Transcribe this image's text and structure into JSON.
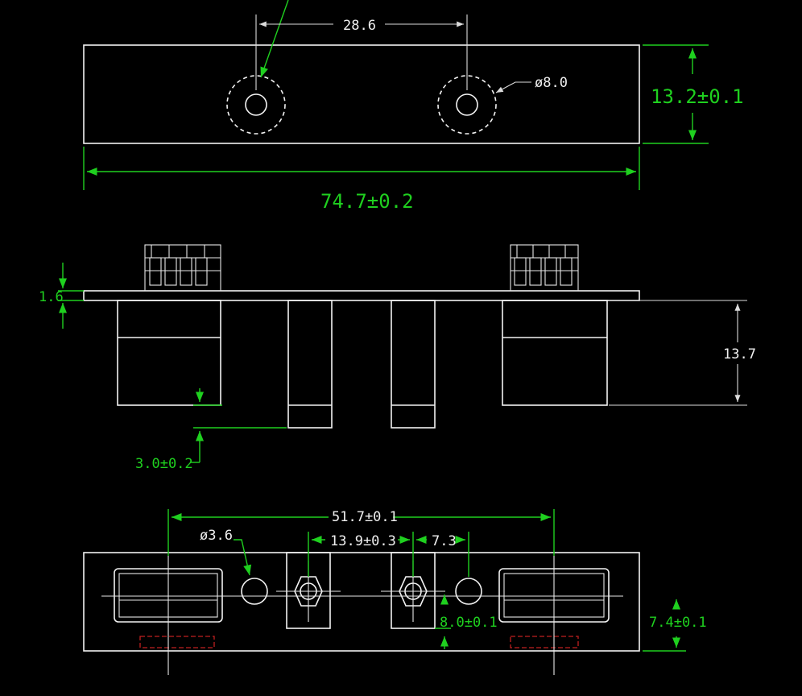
{
  "colors": {
    "background": "#000000",
    "outline": "#f2f2f2",
    "dimension_green": "#1fd01f",
    "hidden_red": "#c02020"
  },
  "top_view": {
    "hole_spacing": "28.6",
    "hole_diameter": "ø8.0",
    "height": "13.2±0.1",
    "length": "74.7±0.2"
  },
  "side_view": {
    "pcb_thickness": "1.6",
    "body_height": "13.7",
    "clearance": "3.0±0.2"
  },
  "bottom_view": {
    "mount_spacing": "51.7±0.1",
    "mount_hole_diameter": "ø3.6",
    "terminal_spacing": "13.9±0.3",
    "offset": "7.3",
    "terminal_height": "8.0±0.1",
    "center_height": "7.4±0.1"
  }
}
